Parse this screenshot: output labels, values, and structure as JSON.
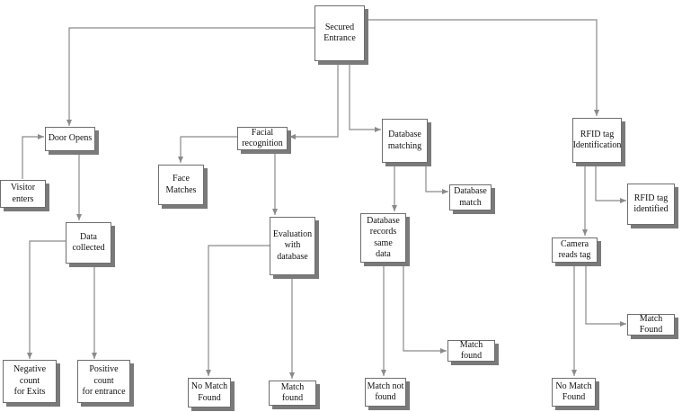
{
  "diagram": {
    "line_color": "#8a8a8a",
    "box_border_color": "#6e6e6e",
    "box_shadow_color": "#7a7a7a",
    "nodes": [
      {
        "id": "secured",
        "label": "Secured\nEntrance"
      },
      {
        "id": "door",
        "label": "Door Opens"
      },
      {
        "id": "visitor",
        "label": "Visitor enters"
      },
      {
        "id": "data",
        "label": "Data\ncollected"
      },
      {
        "id": "neg",
        "label": "Negative count\nfor Exits"
      },
      {
        "id": "pos",
        "label": "Positive count\nfor entrance"
      },
      {
        "id": "facial",
        "label": "Facial\nrecognition"
      },
      {
        "id": "face",
        "label": "Face\nMatches"
      },
      {
        "id": "eval",
        "label": "Evaluation\nwith\ndatabase"
      },
      {
        "id": "nomatch1",
        "label": "No Match\nFound"
      },
      {
        "id": "match1",
        "label": "Match found"
      },
      {
        "id": "dbm",
        "label": "Database\nmatching"
      },
      {
        "id": "dbmatch",
        "label": "Database\nmatch"
      },
      {
        "id": "dbrec",
        "label": "Database\nrecords same\ndata"
      },
      {
        "id": "matchnot",
        "label": "Match not\nfound"
      },
      {
        "id": "match2",
        "label": "Match found"
      },
      {
        "id": "rfid",
        "label": "RFID tag\nIdentification"
      },
      {
        "id": "rfidid",
        "label": "RFID tag\nidentified"
      },
      {
        "id": "camera",
        "label": "Camera\nreads tag"
      },
      {
        "id": "nomatch2",
        "label": "No Match\nFound"
      },
      {
        "id": "match3",
        "label": "Match Found"
      }
    ]
  }
}
